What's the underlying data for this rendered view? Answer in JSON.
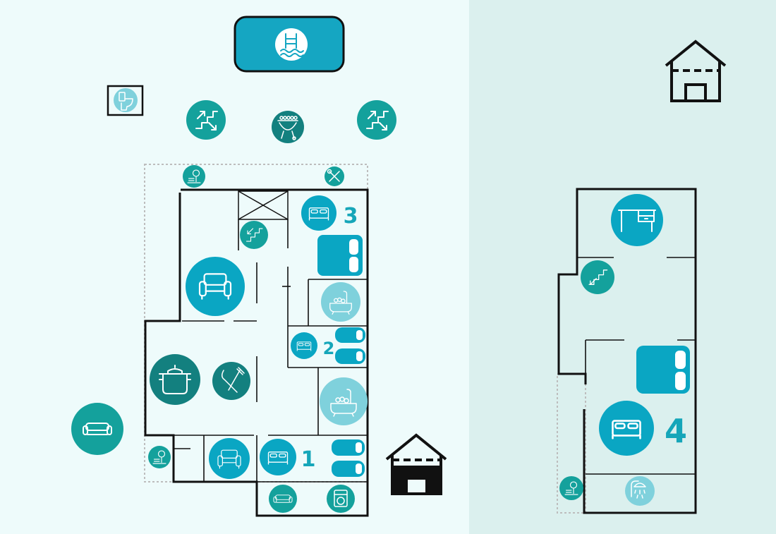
{
  "colors": {
    "left_background": "#eefbfb",
    "right_background": "#dbf0ee",
    "teal_dark": "#13807f",
    "teal": "#14a19c",
    "blue": "#0aa6c3",
    "light_blue": "#7fd1dc",
    "pool_fill": "#15a6c2",
    "wall": "#111111",
    "terrace_border": "#bdbdbd"
  },
  "floor_plans": [
    {
      "name": "ground-floor",
      "bedroom_labels": [
        "3",
        "2",
        "1"
      ]
    },
    {
      "name": "upper-floor",
      "bedroom_labels": [
        "4"
      ]
    }
  ],
  "icons": {
    "outdoor": [
      "pool-icon",
      "outdoor-toilet-icon",
      "outdoor-stairs-icon",
      "barbecue-icon",
      "outdoor-stairs-icon",
      "sofa-icon",
      "house-outline-icon",
      "house-ground-floor-icon"
    ],
    "ground_floor": [
      "garden-icon",
      "tools-icon",
      "stairs-icon",
      "double-bed-icon",
      "double-bed-icon",
      "armchair-icon",
      "bathtub-icon",
      "double-bed-icon",
      "twin-beds-icon",
      "cooking-pot-icon",
      "cutlery-icon",
      "bathtub-icon",
      "garden-icon",
      "armchair-icon",
      "double-bed-icon",
      "twin-beds-icon",
      "sofa-icon",
      "washing-machine-icon"
    ],
    "upper_floor": [
      "desk-icon",
      "stairs-icon",
      "double-bed-icon",
      "double-bed-icon",
      "garden-icon",
      "shower-icon"
    ]
  }
}
